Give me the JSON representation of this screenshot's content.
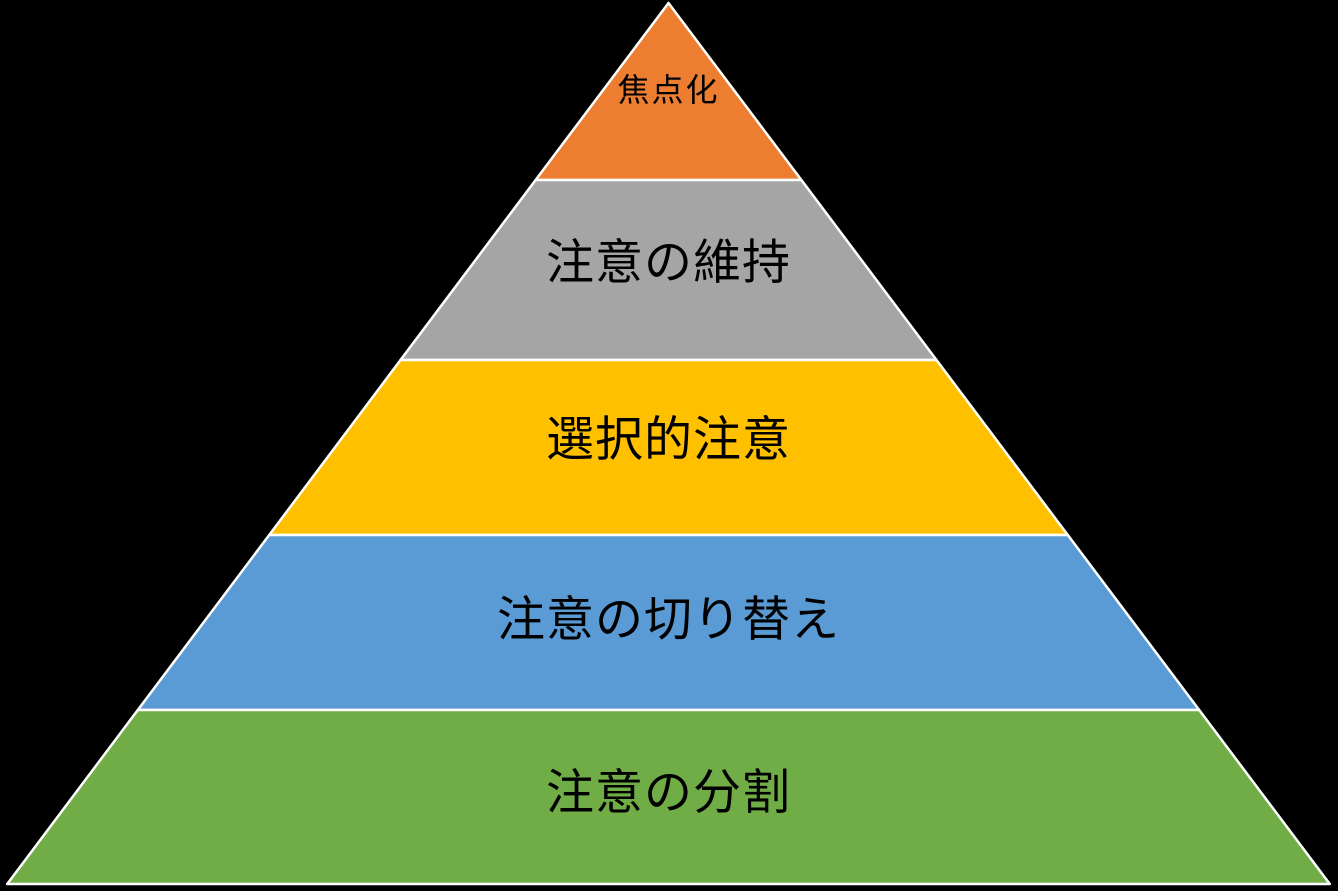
{
  "diagram": {
    "type": "pyramid",
    "background_color": "#000000",
    "divider_color": "#FFFFFF",
    "text_color": "#000000",
    "levels": [
      {
        "label": "焦点化",
        "color": "#ED7D31"
      },
      {
        "label": "注意の維持",
        "color": "#A5A5A5"
      },
      {
        "label": "選択的注意",
        "color": "#FFC000"
      },
      {
        "label": "注意の切り替え",
        "color": "#5B9BD5"
      },
      {
        "label": "注意の分割",
        "color": "#70AD47"
      }
    ]
  }
}
